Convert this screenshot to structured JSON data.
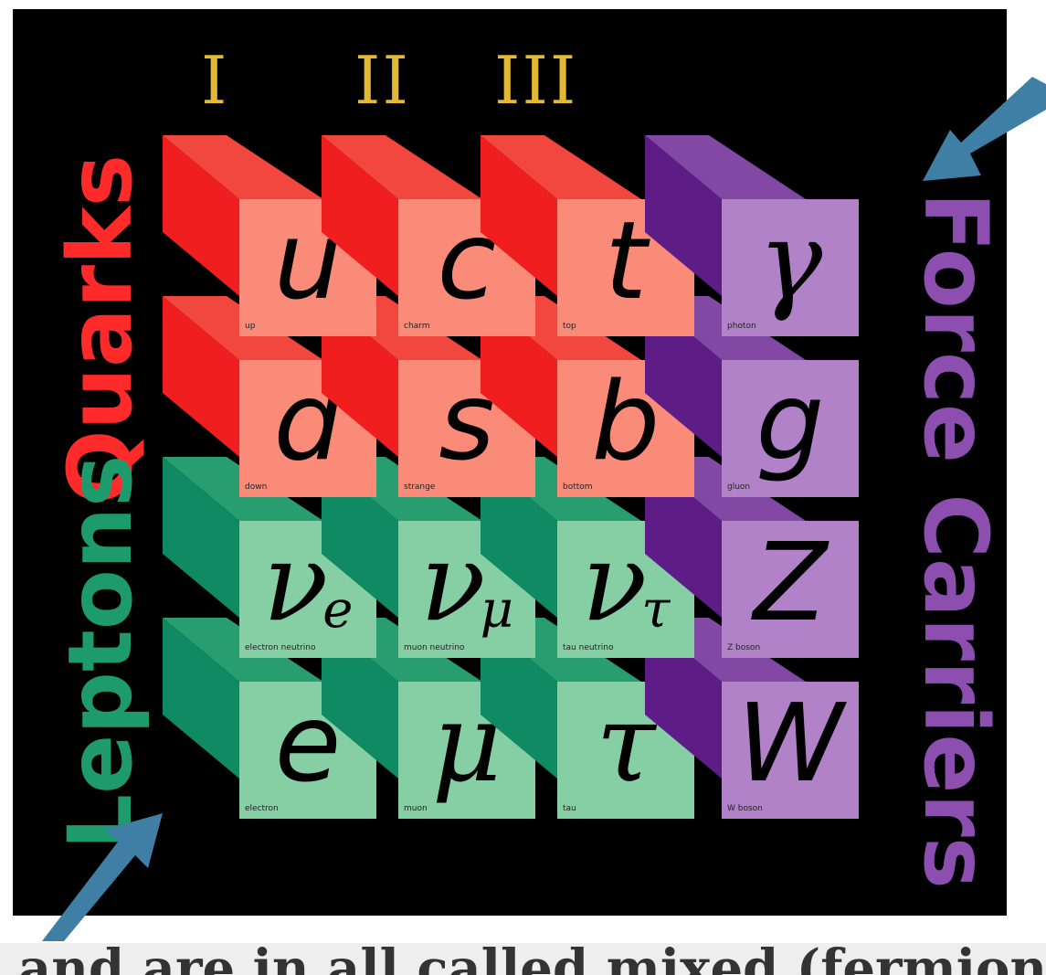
{
  "generations": [
    "I",
    "II",
    "III"
  ],
  "groups": {
    "quarks": "Quarks",
    "leptons": "Leptons",
    "force_carriers": "Force Carriers"
  },
  "particles": {
    "u": {
      "symbol": "u",
      "name": "up"
    },
    "c": {
      "symbol": "c",
      "name": "charm"
    },
    "t": {
      "symbol": "t",
      "name": "top"
    },
    "d": {
      "symbol": "d",
      "name": "down"
    },
    "s": {
      "symbol": "s",
      "name": "strange"
    },
    "b": {
      "symbol": "b",
      "name": "bottom"
    },
    "nue": {
      "symbol": "ν",
      "sub": "e",
      "name": "electron neutrino"
    },
    "numu": {
      "symbol": "ν",
      "sub": "μ",
      "name": "muon neutrino"
    },
    "nutau": {
      "symbol": "ν",
      "sub": "τ",
      "name": "tau neutrino"
    },
    "e": {
      "symbol": "e",
      "name": "electron"
    },
    "mu": {
      "symbol": "μ",
      "name": "muon"
    },
    "tau": {
      "symbol": "τ",
      "name": "tau"
    },
    "gamma": {
      "symbol": "γ",
      "name": "photon"
    },
    "g": {
      "symbol": "g",
      "name": "gluon"
    },
    "z": {
      "symbol": "Z",
      "name": "Z boson"
    },
    "w": {
      "symbol": "W",
      "name": "W boson"
    }
  },
  "colors": {
    "quark_face": "#f98b78",
    "quark_top": "#f2473f",
    "quark_side": "#f01e1e",
    "lepton_face": "#86cfa5",
    "lepton_top": "#289e70",
    "lepton_side": "#0f8a62",
    "force_face": "#b282c8",
    "force_top": "#8249a4",
    "force_side": "#5d1c86",
    "arrow": "#3f7fa6",
    "generation_label": "#e3b934"
  },
  "caption": "and are in all called mixed (fermions) limits"
}
